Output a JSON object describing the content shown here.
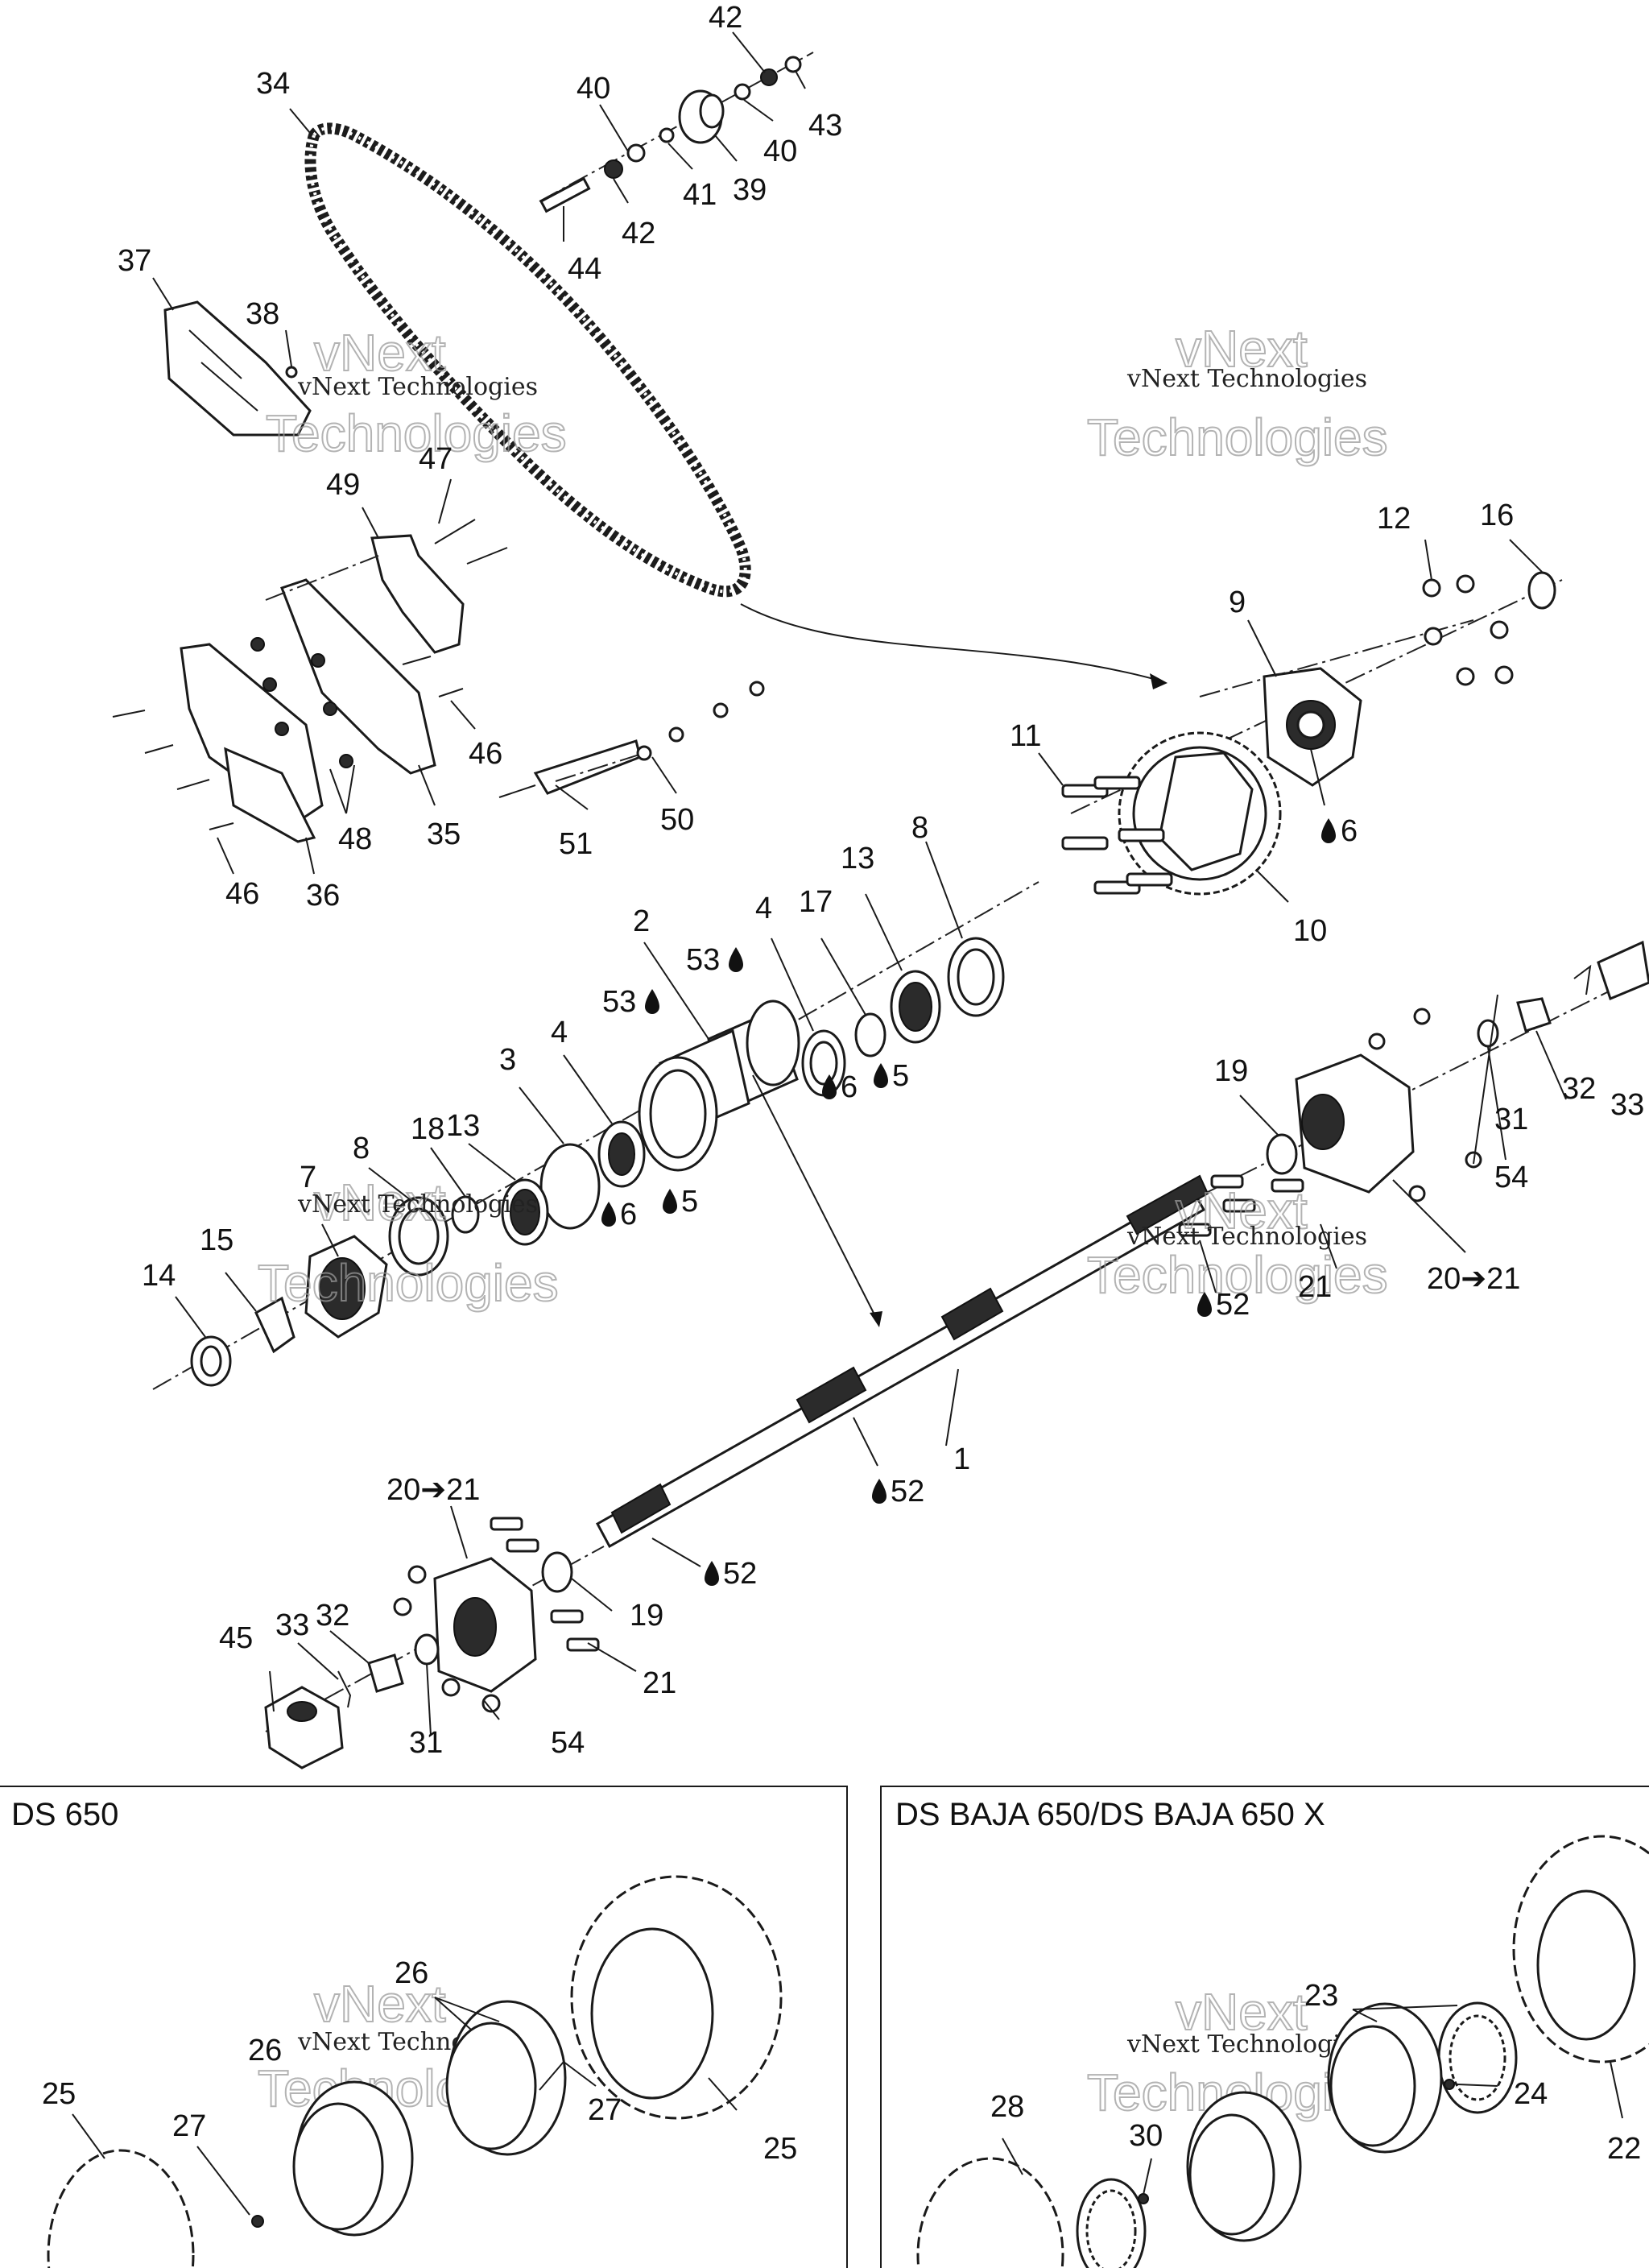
{
  "callouts": [
    {
      "id": "c42a",
      "text": "42"
    },
    {
      "id": "c40a",
      "text": "40"
    },
    {
      "id": "c34",
      "text": "34"
    },
    {
      "id": "c43",
      "text": "43"
    },
    {
      "id": "c40b",
      "text": "40"
    },
    {
      "id": "c41",
      "text": "41"
    },
    {
      "id": "c39",
      "text": "39"
    },
    {
      "id": "c42b",
      "text": "42"
    },
    {
      "id": "c44",
      "text": "44"
    },
    {
      "id": "c37",
      "text": "37"
    },
    {
      "id": "c38",
      "text": "38"
    },
    {
      "id": "c47",
      "text": "47"
    },
    {
      "id": "c49",
      "text": "49"
    },
    {
      "id": "c46a",
      "text": "46"
    },
    {
      "id": "c48",
      "text": "48"
    },
    {
      "id": "c35",
      "text": "35"
    },
    {
      "id": "c46b",
      "text": "46"
    },
    {
      "id": "c36",
      "text": "36"
    },
    {
      "id": "c51",
      "text": "51"
    },
    {
      "id": "c50",
      "text": "50"
    },
    {
      "id": "c12",
      "text": "12"
    },
    {
      "id": "c16",
      "text": "16"
    },
    {
      "id": "c9",
      "text": "9"
    },
    {
      "id": "c11",
      "text": "11"
    },
    {
      "id": "c10",
      "text": "10"
    },
    {
      "id": "c6a",
      "text": "6"
    },
    {
      "id": "c8a",
      "text": "8"
    },
    {
      "id": "c13a",
      "text": "13"
    },
    {
      "id": "c17",
      "text": "17"
    },
    {
      "id": "c4a",
      "text": "4"
    },
    {
      "id": "c2",
      "text": "2"
    },
    {
      "id": "c53a",
      "text": "53"
    },
    {
      "id": "c53b",
      "text": "53"
    },
    {
      "id": "c6b",
      "text": "6"
    },
    {
      "id": "c5a",
      "text": "5"
    },
    {
      "id": "c3",
      "text": "3"
    },
    {
      "id": "c4b",
      "text": "4"
    },
    {
      "id": "c13b",
      "text": "13"
    },
    {
      "id": "c18",
      "text": "18"
    },
    {
      "id": "c8b",
      "text": "8"
    },
    {
      "id": "c7",
      "text": "7"
    },
    {
      "id": "c6c",
      "text": "6"
    },
    {
      "id": "c5b",
      "text": "5"
    },
    {
      "id": "c15",
      "text": "15"
    },
    {
      "id": "c14",
      "text": "14"
    },
    {
      "id": "c19a",
      "text": "19"
    },
    {
      "id": "c33a",
      "text": "33"
    },
    {
      "id": "c32a",
      "text": "32"
    },
    {
      "id": "c31a",
      "text": "31"
    },
    {
      "id": "c54a",
      "text": "54"
    },
    {
      "id": "c21a",
      "text": "21"
    },
    {
      "id": "c2021a",
      "text": "20➔21"
    },
    {
      "id": "c52a",
      "text": "52"
    },
    {
      "id": "c1",
      "text": "1"
    },
    {
      "id": "c52b",
      "text": "52"
    },
    {
      "id": "c2021b",
      "text": "20➔21"
    },
    {
      "id": "c52c",
      "text": "52"
    },
    {
      "id": "c32b",
      "text": "32"
    },
    {
      "id": "c33b",
      "text": "33"
    },
    {
      "id": "c45",
      "text": "45"
    },
    {
      "id": "c19b",
      "text": "19"
    },
    {
      "id": "c21b",
      "text": "21"
    },
    {
      "id": "c31b",
      "text": "31"
    },
    {
      "id": "c54b",
      "text": "54"
    },
    {
      "id": "c26a",
      "text": "26"
    },
    {
      "id": "c26b",
      "text": "26"
    },
    {
      "id": "c25a",
      "text": "25"
    },
    {
      "id": "c27a",
      "text": "27"
    },
    {
      "id": "c27b",
      "text": "27"
    },
    {
      "id": "c25b",
      "text": "25"
    },
    {
      "id": "c23",
      "text": "23"
    },
    {
      "id": "c28",
      "text": "28"
    },
    {
      "id": "c30",
      "text": "30"
    },
    {
      "id": "c24",
      "text": "24"
    },
    {
      "id": "c22",
      "text": "22"
    }
  ],
  "panels": {
    "left_title": "DS 650",
    "right_title": "DS BAJA 650/DS BAJA 650 X"
  },
  "watermark": {
    "line1": "vNext Technologies",
    "line2": "vNext",
    "line3": "Technologies"
  },
  "colors": {
    "ink": "#1a1a1a",
    "paper": "#ffffff",
    "watermark": "#9a9a9a"
  }
}
